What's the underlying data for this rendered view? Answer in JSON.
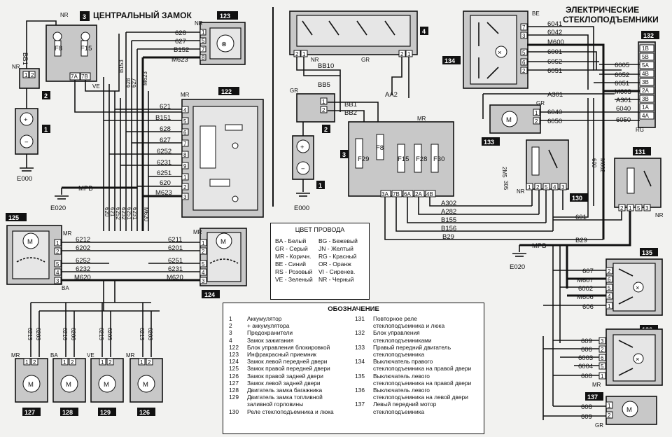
{
  "titles": {
    "left": "ЦЕНТРАЛЬНЫЙ ЗАМОК",
    "right_line1": "ЭЛЕКТРИЧЕСКИЕ",
    "right_line2": "СТЕКЛОПОДЪЕМНИКИ"
  },
  "component_tags": {
    "c3_left": "3",
    "c123": "123",
    "c122": "122",
    "c125": "125",
    "c124": "124",
    "c127": "127",
    "c128": "128",
    "c129": "129",
    "c126": "126",
    "c4": "4",
    "c2_mid": "2",
    "c3_mid": "3",
    "c1_mid": "1",
    "c134": "134",
    "c132": "132",
    "c133": "133",
    "c131": "131",
    "c130": "130",
    "c135": "135",
    "c136": "136",
    "c137": "137",
    "c1_left": "1",
    "c2_left": "2"
  },
  "wires_left": {
    "w628": "628",
    "w627": "627",
    "wB152": "B152",
    "wM623": "M623",
    "wMR": "MR",
    "w621": "621",
    "wB151": "B151",
    "w628b": "628",
    "w627b": "627",
    "w6252": "6252",
    "w6231": "6231",
    "w6251": "6251",
    "w620": "620",
    "wM623b": "M623",
    "wMPB": "MPB",
    "wE020": "E020",
    "wE000": "E000",
    "wBB1": "BB1",
    "wNR": "NR",
    "wNR2": "NR",
    "wB153": "B153",
    "wVE": "VE",
    "w7A": "7A",
    "w7B": "7B",
    "wF8": "F8",
    "wF15": "F15",
    "w6212": "6212",
    "w6202": "6202",
    "w6252b": "6252",
    "w6232": "6232",
    "wM620": "M620",
    "w6211": "6211",
    "w6201": "6201",
    "w6251b": "6251",
    "w6231b": "6231",
    "wM620b": "M620",
    "wBA": "BA",
    "wMR2": "MR",
    "wMR3": "MR",
    "v6213a": "6213",
    "v6203a": "6203",
    "v6216": "6216",
    "v6206": "6206",
    "v6215": "6215",
    "v6205": "6205",
    "v6213b": "6213",
    "v6203b": "6203",
    "m127": "MR",
    "m128": "BA",
    "m129": "VE",
    "m126": "MR"
  },
  "wires_mid": {
    "wNR": "NR",
    "wGR": "GR",
    "wBB10": "BB10",
    "wBB5": "BB5",
    "wBB1": "BB1",
    "wBB2": "BB2",
    "wAA2": "AA2",
    "wMR": "MR",
    "wGR2": "GR",
    "wE000": "E000",
    "fF29": "F29",
    "fF8": "F8",
    "fF15": "F15",
    "fF28": "F28",
    "fF30": "F30",
    "p3A": "3A",
    "p7B": "7B",
    "p6A": "6A",
    "p2A": "2A",
    "p4B": "4B",
    "wA302": "A302",
    "wA282": "A282",
    "wB155": "B155",
    "wB156": "B156",
    "wB29": "B29"
  },
  "wires_right": {
    "wBE": "BE",
    "w6041": "6041",
    "w6042": "6042",
    "wM600": "M600",
    "w6001": "6001",
    "w6052": "6052",
    "w6051": "6051",
    "wA301": "A301",
    "w6040": "6040",
    "w6050": "6050",
    "wGR": "GR",
    "r6005": "6005",
    "r6052": "6052",
    "r6051": "6051",
    "rM603": "M603",
    "rA301": "A301",
    "r6040": "6040",
    "r6050": "6050",
    "rRG": "RG",
    "p1B": "1B",
    "p5B": "5B",
    "p5A": "5A",
    "p4B": "4B",
    "p3B2": "3B",
    "p2A": "2A",
    "p3B": "3B",
    "p1A": "1A",
    "p4A": "4A",
    "v600": "600",
    "vM602": "M602",
    "v305": "305",
    "v2M5": "2M5",
    "w601": "601",
    "wB29": "B29",
    "wMPB": "MPB",
    "wE020": "E020",
    "wNR": "NR",
    "wNR2": "NR",
    "w607": "607",
    "wM607": "M607",
    "w6002": "6002",
    "wM606": "M606",
    "w606": "606",
    "w609": "609",
    "w606b": "606",
    "w6003": "6003",
    "w6004": "6004",
    "w608": "608",
    "w608b": "608",
    "w609b": "609",
    "wMR": "MR",
    "wGR2": "GR"
  },
  "color_legend": {
    "title": "ЦВЕТ ПРОВОДА",
    "items": [
      "BA - Белый",
      "BG - Бежевый",
      "GR - Серый",
      "JN - Желтый",
      "MR - Коричн.",
      "RG - Красный",
      "BE - Синий",
      "OR - Оранж",
      "RS - Розовый",
      "VI - Сиренев.",
      "VE - Зеленый",
      "NR - Черный"
    ]
  },
  "designation": {
    "title": "ОБОЗНАЧЕНИЕ",
    "left": [
      {
        "n": "1",
        "t": "Аккумулятор"
      },
      {
        "n": "2",
        "t": "+ аккумулятора"
      },
      {
        "n": "3",
        "t": "Предохранители"
      },
      {
        "n": "4",
        "t": "Замок зажигания"
      },
      {
        "n": "122",
        "t": "Блок управления блокировкой"
      },
      {
        "n": "123",
        "t": "Инфракрасный приемник"
      },
      {
        "n": "124",
        "t": "Замок левой передней двери"
      },
      {
        "n": "125",
        "t": "Замок правой передней двери"
      },
      {
        "n": "126",
        "t": "Замок правой задней двери"
      },
      {
        "n": "127",
        "t": "Замок левой задней двери"
      },
      {
        "n": "128",
        "t": "Двигатель замка багажника"
      },
      {
        "n": "129",
        "t": "Двигатель замка топливной"
      },
      {
        "n": "",
        "t": "заливной горловины"
      },
      {
        "n": "130",
        "t": "Реле стеклоподъемника и люка"
      }
    ],
    "right": [
      {
        "n": "131",
        "t": "Повторное реле"
      },
      {
        "n": "",
        "t": "стеклоподъемника и люка"
      },
      {
        "n": "132",
        "t": "Блок управления"
      },
      {
        "n": "",
        "t": "стеклоподъемниками"
      },
      {
        "n": "133",
        "t": "Правый передний двигатель"
      },
      {
        "n": "",
        "t": "стеклоподъемника"
      },
      {
        "n": "134",
        "t": "Выключатель правого"
      },
      {
        "n": "",
        "t": "стеклоподъемника на правой двери"
      },
      {
        "n": "135",
        "t": "Выключатель левого"
      },
      {
        "n": "",
        "t": "стеклоподъемника на правой двери"
      },
      {
        "n": "136",
        "t": "Выключатель левого"
      },
      {
        "n": "",
        "t": "стеклоподъемника на левой двери"
      },
      {
        "n": "137",
        "t": "Левый передний мотор"
      },
      {
        "n": "",
        "t": "стеклоподъемника"
      }
    ]
  }
}
